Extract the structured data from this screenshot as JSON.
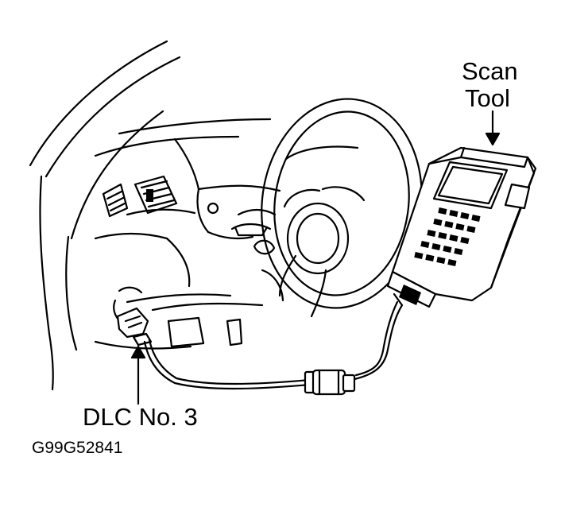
{
  "labels": {
    "scan_tool_line1": "Scan",
    "scan_tool_line2": "Tool",
    "dlc": "DLC No. 3",
    "figure_code": "G99G52841"
  },
  "colors": {
    "ink": "#000000",
    "background": "#ffffff"
  }
}
